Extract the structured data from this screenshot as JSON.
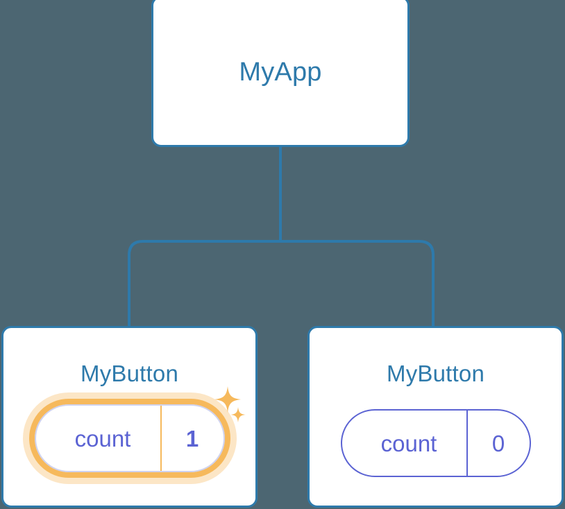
{
  "diagram": {
    "type": "component-tree",
    "background_color": "#4c6672",
    "node_border_color": "#2e7aab",
    "node_title_color": "#2e7aab",
    "node_fill_color": "#ffffff",
    "connector_color": "#2e7aab",
    "state_color": "#5b63d3",
    "highlight_color": "#f6b95c",
    "highlight_glow_color": "#fbe2bc",
    "root": {
      "title": "MyApp"
    },
    "children": [
      {
        "title": "MyButton",
        "state": {
          "name": "count",
          "value": "1"
        },
        "highlighted": true,
        "sparkles": 2
      },
      {
        "title": "MyButton",
        "state": {
          "name": "count",
          "value": "0"
        },
        "highlighted": false,
        "sparkles": 0
      }
    ]
  }
}
